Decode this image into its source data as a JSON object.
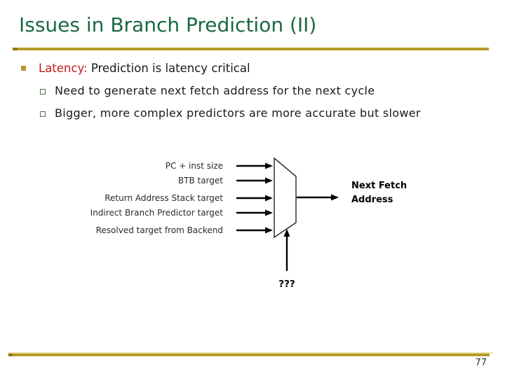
{
  "slide": {
    "title": "Issues in Branch Prediction (II)",
    "page_number": "77",
    "colors": {
      "title_green": "#1A6940",
      "accent_gold": "#B79B2A",
      "highlight_red": "#C21B1B"
    }
  },
  "bullets": {
    "main": {
      "highlight": "Latency:",
      "rest": " Prediction is latency critical"
    },
    "sub": [
      "Need to generate next fetch address for the next cycle",
      "Bigger, more complex predictors are more accurate but slower"
    ]
  },
  "diagram": {
    "inputs": [
      "PC + inst size",
      "BTB target",
      "Return Address Stack target",
      "Indirect Branch Predictor target",
      "Resolved target from Backend"
    ],
    "output_label": "Next Fetch Address",
    "select_label": "???",
    "shape": "multiplexer"
  }
}
